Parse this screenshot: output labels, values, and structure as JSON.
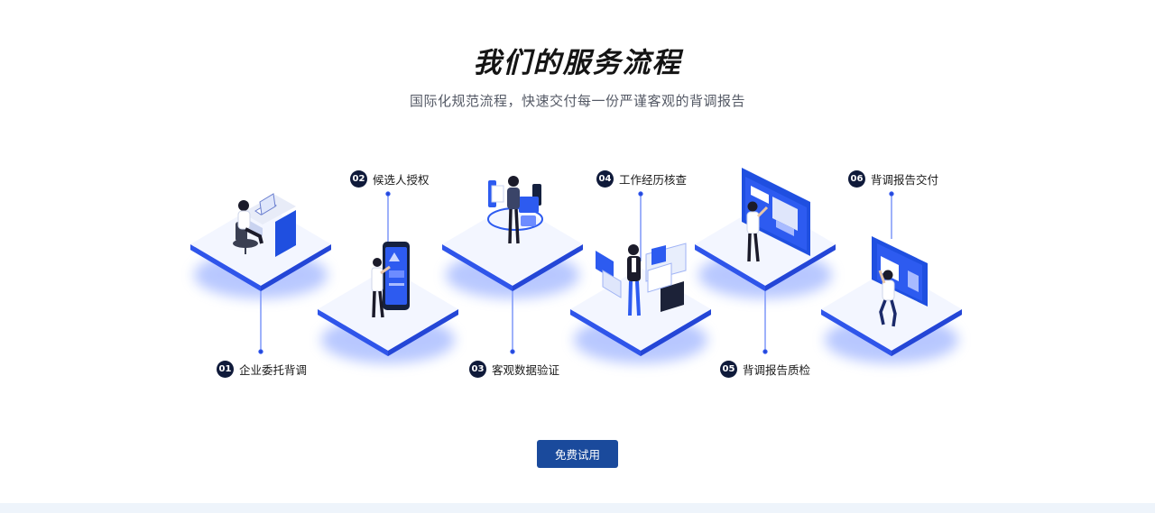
{
  "section": {
    "title": "我们的服务流程",
    "subtitle": "国际化规范流程，快速交付每一份严谨客观的背调报告"
  },
  "steps": [
    {
      "num": "01",
      "label": "企业委托背调"
    },
    {
      "num": "02",
      "label": "候选人授权"
    },
    {
      "num": "03",
      "label": "客观数据验证"
    },
    {
      "num": "04",
      "label": "工作经历核查"
    },
    {
      "num": "05",
      "label": "背调报告质检"
    },
    {
      "num": "06",
      "label": "背调报告交付"
    }
  ],
  "cta": {
    "label": "免费试用"
  },
  "colors": {
    "accent": "#1a4a9c",
    "illustration_blue": "#1f4fe0",
    "badge": "#0f1a3a"
  }
}
